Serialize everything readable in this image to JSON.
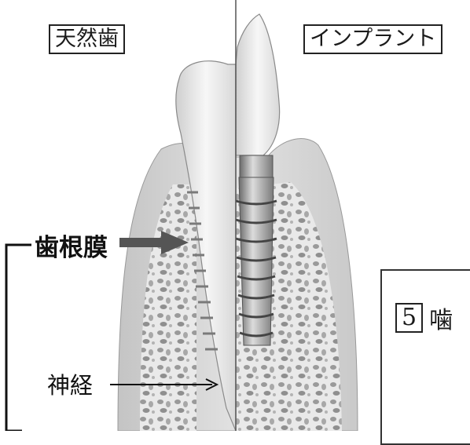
{
  "labels": {
    "natural_tooth": "天然歯",
    "implant": "インプラント",
    "periodontal_ligament": "歯根膜",
    "nerve": "神経"
  },
  "inset": {
    "number": "5",
    "title_fragment": "噛"
  }
}
